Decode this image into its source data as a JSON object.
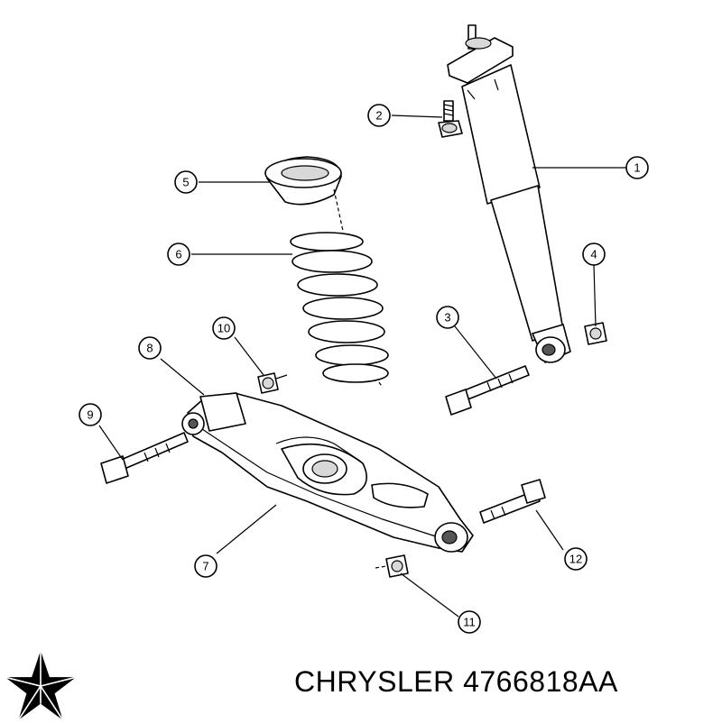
{
  "callouts": [
    "1",
    "2",
    "3",
    "4",
    "5",
    "6",
    "7",
    "8",
    "9",
    "10",
    "11",
    "12"
  ],
  "caption": {
    "brand": "CHRYSLER",
    "part_number": "4766818AA"
  },
  "logo": {
    "icon": "chrysler-pentastar-icon",
    "color": "#000000"
  }
}
